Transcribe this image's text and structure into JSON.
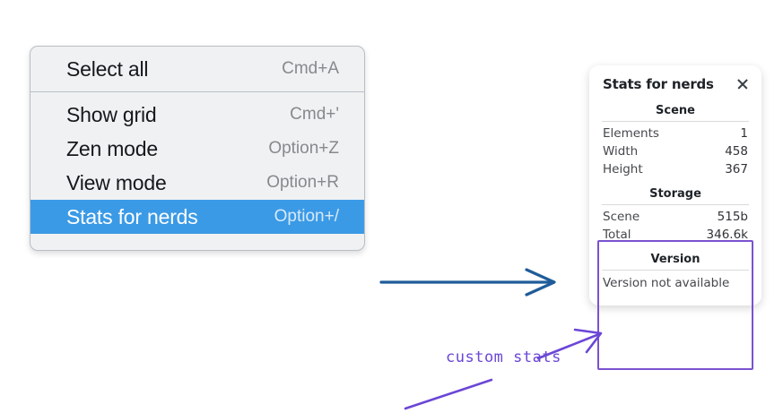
{
  "colors": {
    "menu_bg": "#f0f1f2",
    "menu_border": "#b9c0c7",
    "highlight": "#3b9ae6",
    "highlight_text": "#ffffff",
    "shortcut_text": "#87898d",
    "panel_bg": "#ffffff",
    "annotation_purple": "#6b46d6",
    "annotation_blue": "#1f5c99",
    "custom_box_border": "#7a52cf"
  },
  "context_menu": {
    "groups": [
      {
        "items": [
          {
            "label": "Select all",
            "shortcut": "Cmd+A",
            "selected": false
          }
        ]
      },
      {
        "items": [
          {
            "label": "Show grid",
            "shortcut": "Cmd+'",
            "selected": false
          },
          {
            "label": "Zen mode",
            "shortcut": "Option+Z",
            "selected": false
          },
          {
            "label": "View mode",
            "shortcut": "Option+R",
            "selected": false
          },
          {
            "label": "Stats for nerds",
            "shortcut": "Option+/",
            "selected": true
          }
        ]
      }
    ]
  },
  "stats_panel": {
    "title": "Stats for nerds",
    "close_icon": "close-icon",
    "sections": [
      {
        "name": "Scene",
        "rows": [
          {
            "label": "Elements",
            "value": "1"
          },
          {
            "label": "Width",
            "value": "458"
          },
          {
            "label": "Height",
            "value": "367"
          }
        ]
      },
      {
        "name": "Storage",
        "rows": [
          {
            "label": "Scene",
            "value": "515b"
          },
          {
            "label": "Total",
            "value": "346.6k"
          }
        ]
      },
      {
        "name": "Version",
        "note": "Version not available"
      }
    ]
  },
  "annotations": {
    "custom_stats_label": "custom stats"
  }
}
